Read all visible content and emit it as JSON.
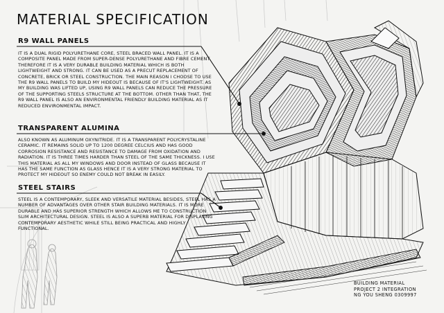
{
  "title": "MATERIAL SPECIFICATION",
  "sections": [
    {
      "heading": "R9 WALL PANELS",
      "body": "It is a dual rigid polyurethane core, steel braced wall panel. It is a composite panel made from super-dense polyurethane and fibre cement. Therefore it is a very durable building material which is both lightweight and strong. It can be used as a precut replacement of concrete, brick or steel construction. The main reason I choose to use the R9 wall panels to build my hideout is because of it's lightweight. As my building was lifted up, using R9 wall panels can reduce the pressure of the supporting steels structure at the bottom. Other than that, the R9 wall panel is also an environmental friendly building material as it reduced environmental impact."
    },
    {
      "heading": "TRANSPARENT ALUMINA",
      "body": "Also known as aluminum oxynitride. It is a transparent polycrystaline ceramic. It remains solid up to 1200 degree celcius and has good corrosion resistance and resistance to damage from oxidation and radiation. It is three times harder than steel of the same thickness. I use this material as all my windows and door instead of glass because it has the same function as glass hence it is a very strong material to protect my hideout so enemy could not break in easily."
    },
    {
      "heading": "STEEL STAIRS",
      "body": "Steel is a contemporary, sleek and versatile material besides, steel has a number of advantages over other stair building materials. It is more durable and has superior strength which allows me to construction slim architectural design. Steel is also a superb material for displaying contemporary aesthetic while still being practical and highly functional."
    }
  ],
  "footer": {
    "line1": "BUILDING MATERIAL",
    "line2": "PROJECT 2 INTEGRATION",
    "line3": "NG YOU SHENG 0309997"
  }
}
